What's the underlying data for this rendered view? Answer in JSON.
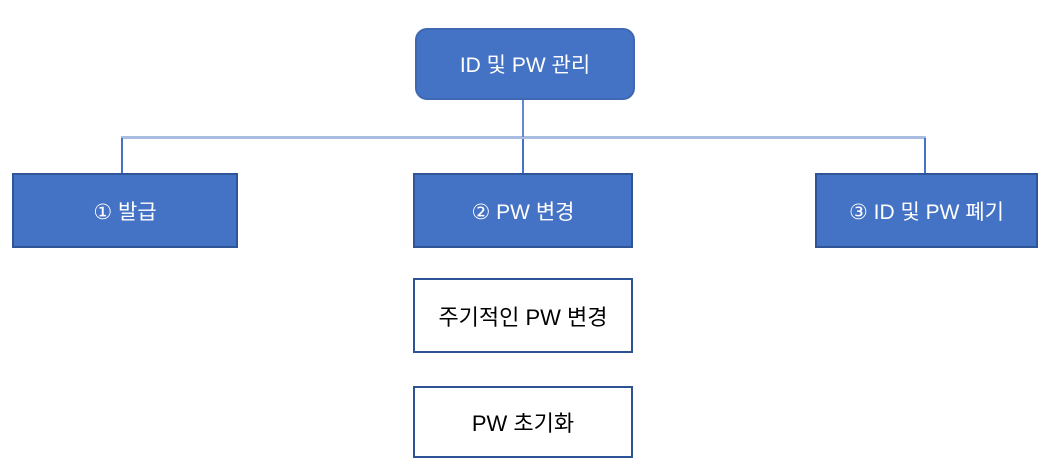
{
  "diagram": {
    "title_node": {
      "label": "ID 및 PW 관리"
    },
    "children": [
      {
        "label": "① 발급"
      },
      {
        "label": "② PW 변경"
      },
      {
        "label": "③ ID 및 PW 폐기"
      }
    ],
    "sub_items": [
      {
        "label": "주기적인 PW 변경"
      },
      {
        "label": "PW 초기화"
      }
    ],
    "colors": {
      "node_fill": "#4472C4",
      "node_border_dark": "#2F5597",
      "root_border": "#3E68B2",
      "node_text": "#FFFFFF",
      "leaf_fill": "#FFFFFF",
      "leaf_border": "#2E5395",
      "leaf_text": "#000000",
      "connector_horizontal": "#A9BDE2",
      "connector_vertical": "#4472C4",
      "background": "#FFFFFF"
    }
  }
}
